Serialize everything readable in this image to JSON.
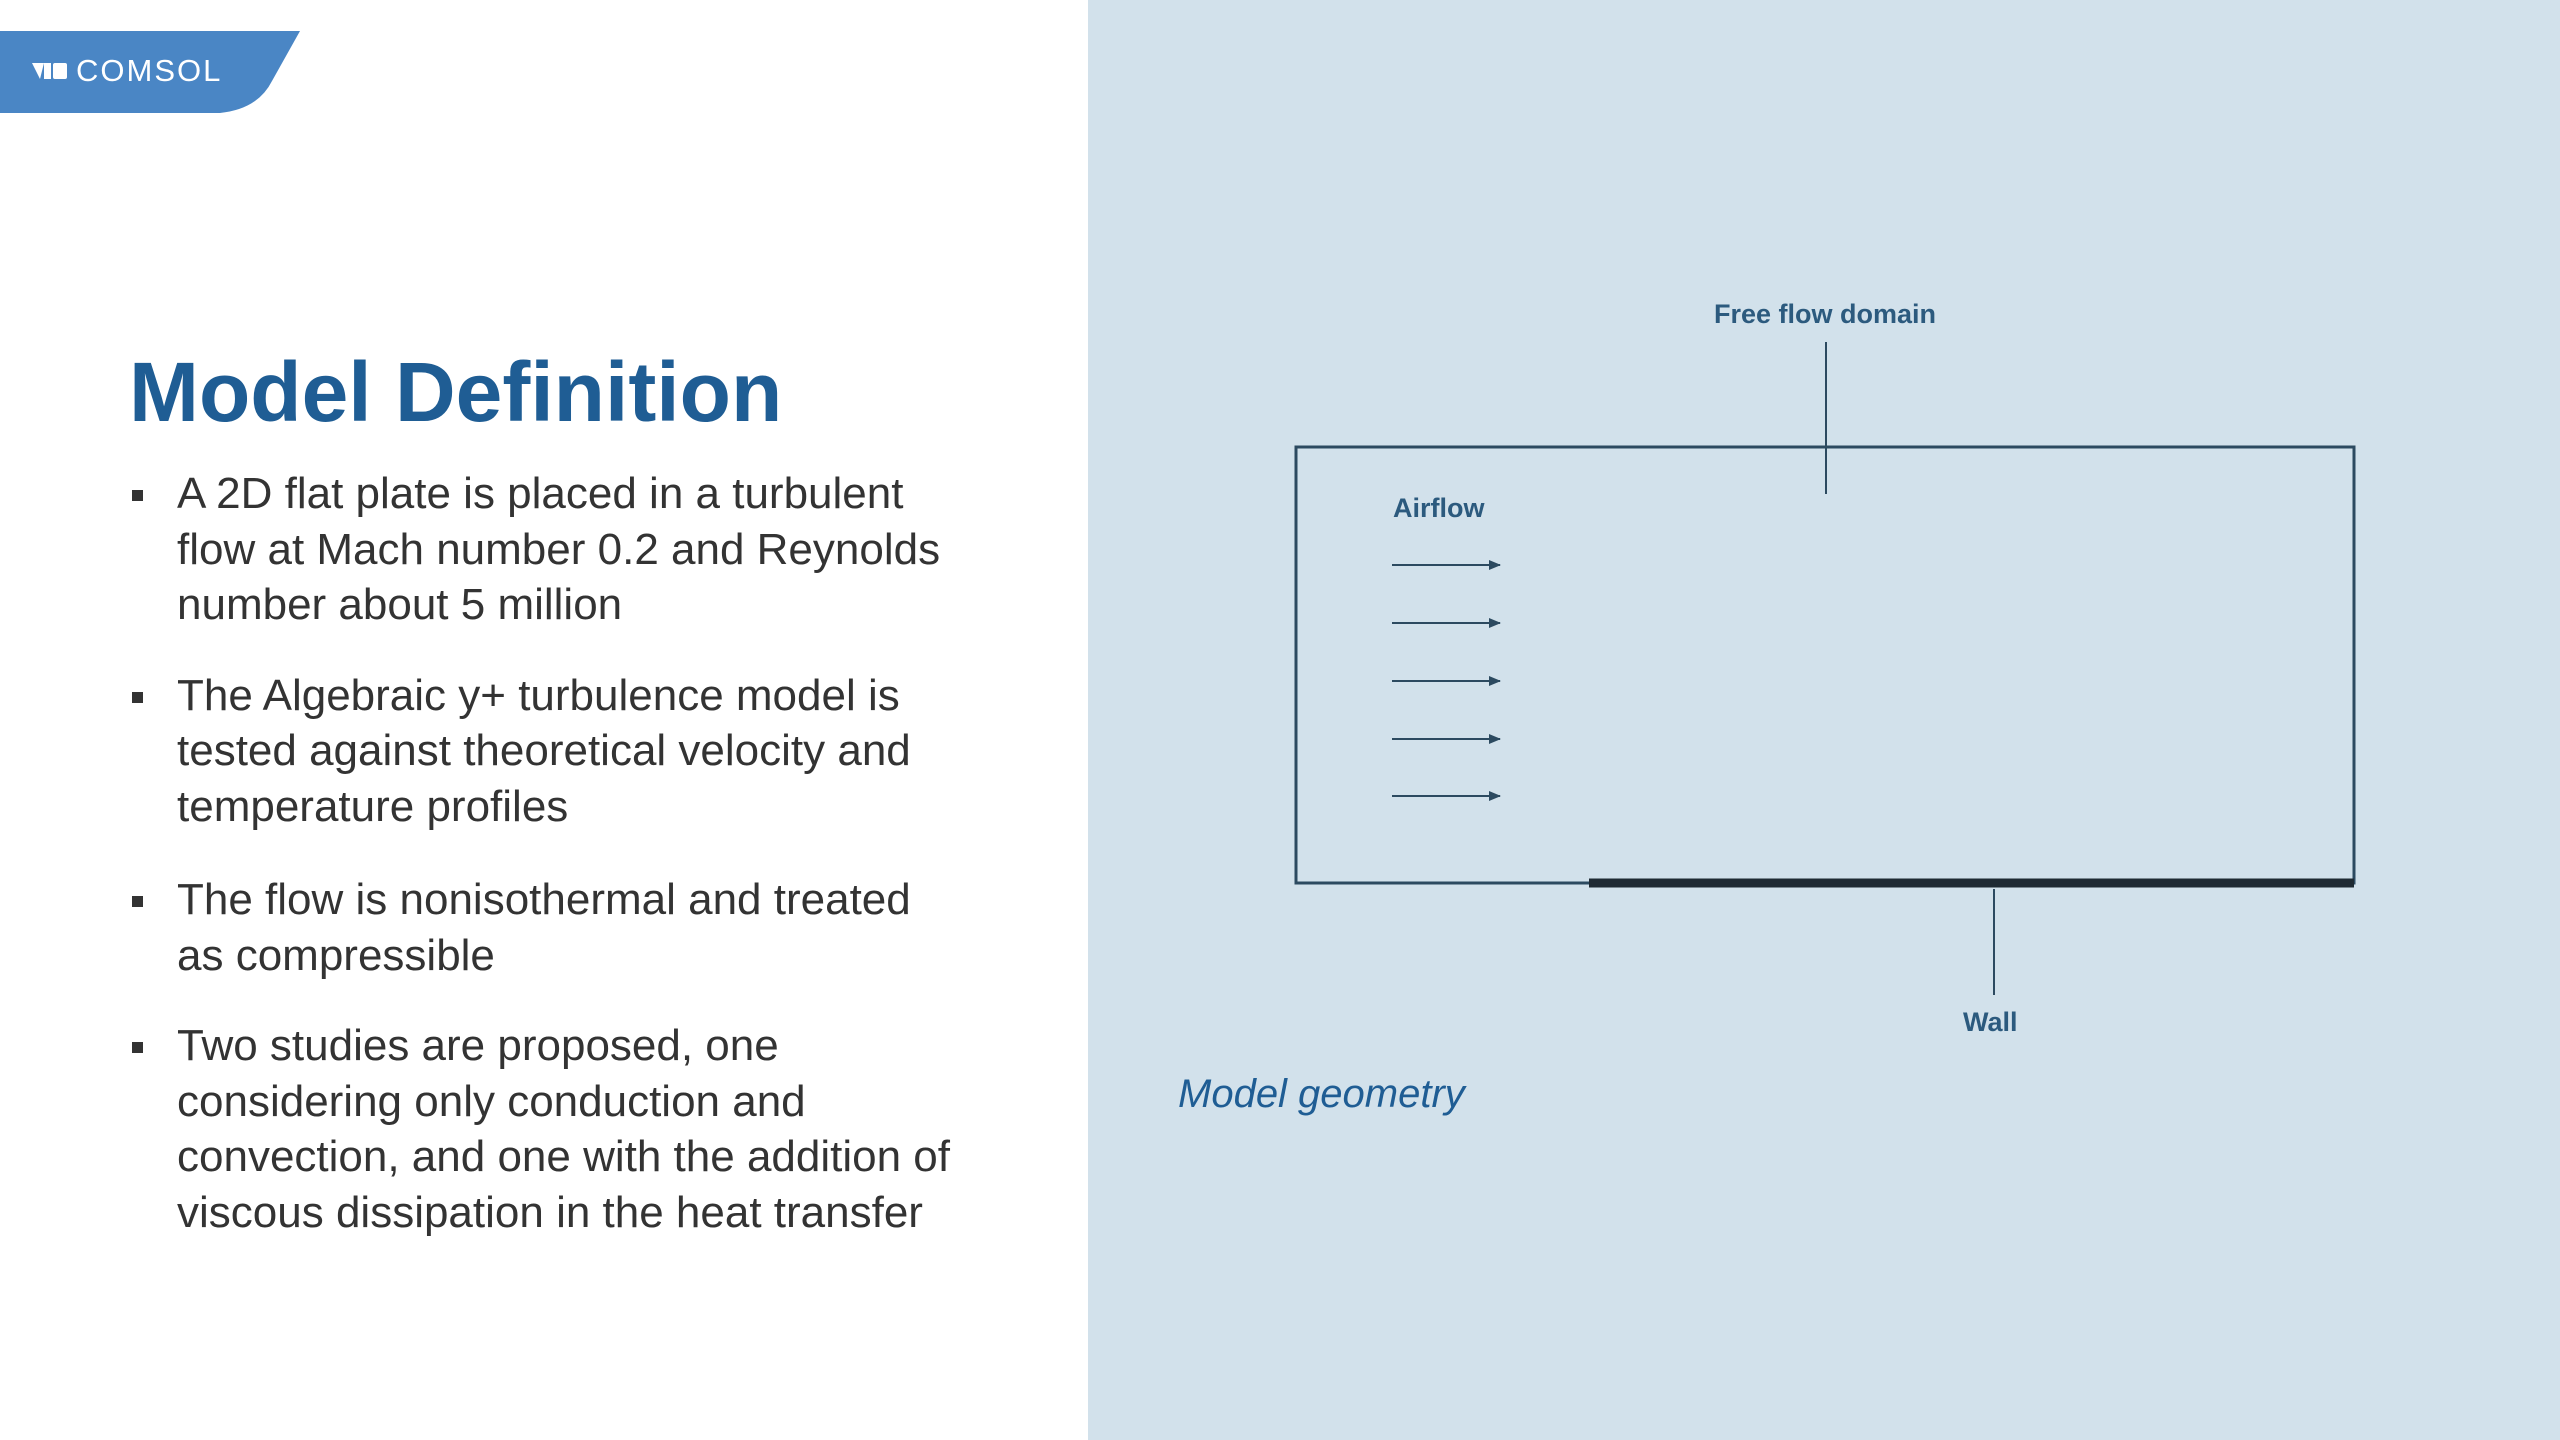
{
  "brand": {
    "logo_text": "COMSOL",
    "logo_color": "#4a86c5"
  },
  "slide": {
    "title": "Model Definition",
    "bullets": [
      "A 2D flat plate is placed in a turbulent flow at Mach number 0.2 and Reynolds number about 5 million",
      "The Algebraic y+ turbulence model is tested against theoretical velocity and temperature profiles",
      "The flow is nonisothermal and treated as compressible",
      "Two studies are proposed, one considering only conduction and convection, and one with the addition of viscous dissipation in the heat transfer"
    ]
  },
  "diagram": {
    "free_flow_label": "Free flow domain",
    "airflow_label": "Airflow",
    "wall_label": "Wall",
    "caption": "Model geometry",
    "arrow_count": 5
  },
  "colors": {
    "title": "#1f5d94",
    "body_text": "#333333",
    "panel_background": "#d2e1eb",
    "diagram_lines": "#2c4a60",
    "wall": "#1f2a33"
  }
}
